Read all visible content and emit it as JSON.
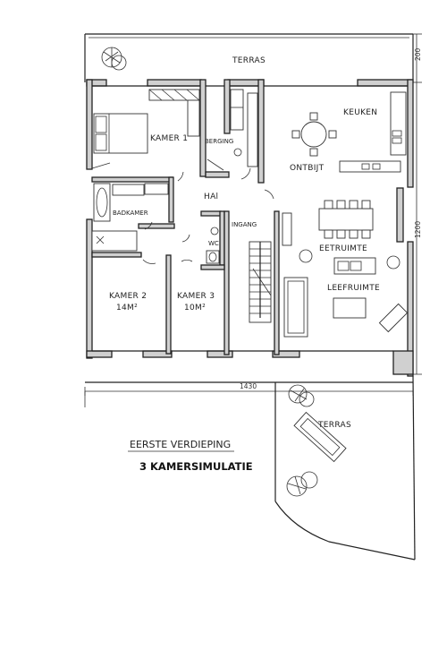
{
  "rooms": {
    "terras_top": "TERRAS",
    "kamer1": "KAMER 1",
    "berging": "BERGING",
    "keuken": "KEUKEN",
    "ontbijt": "ONTBIJT",
    "hal": "HAl",
    "badkamer": "BADKAMER",
    "ingang": "INGANG",
    "wc": "WC",
    "eetruimte": "EETRUIMTE",
    "leefruimte": "LEEFRUIMTE",
    "kamer2": "KAMER 2",
    "kamer2_area": "14M²",
    "kamer3": "KAMER 3",
    "kamer3_area": "10M²",
    "terras_bottom": "TERRAS"
  },
  "dimensions": {
    "top": "200",
    "right": "1200",
    "bottom": "1430"
  },
  "title": {
    "line1": "EERSTE VERDIEPING",
    "line2": "3 KAMERSIMULATIE"
  }
}
